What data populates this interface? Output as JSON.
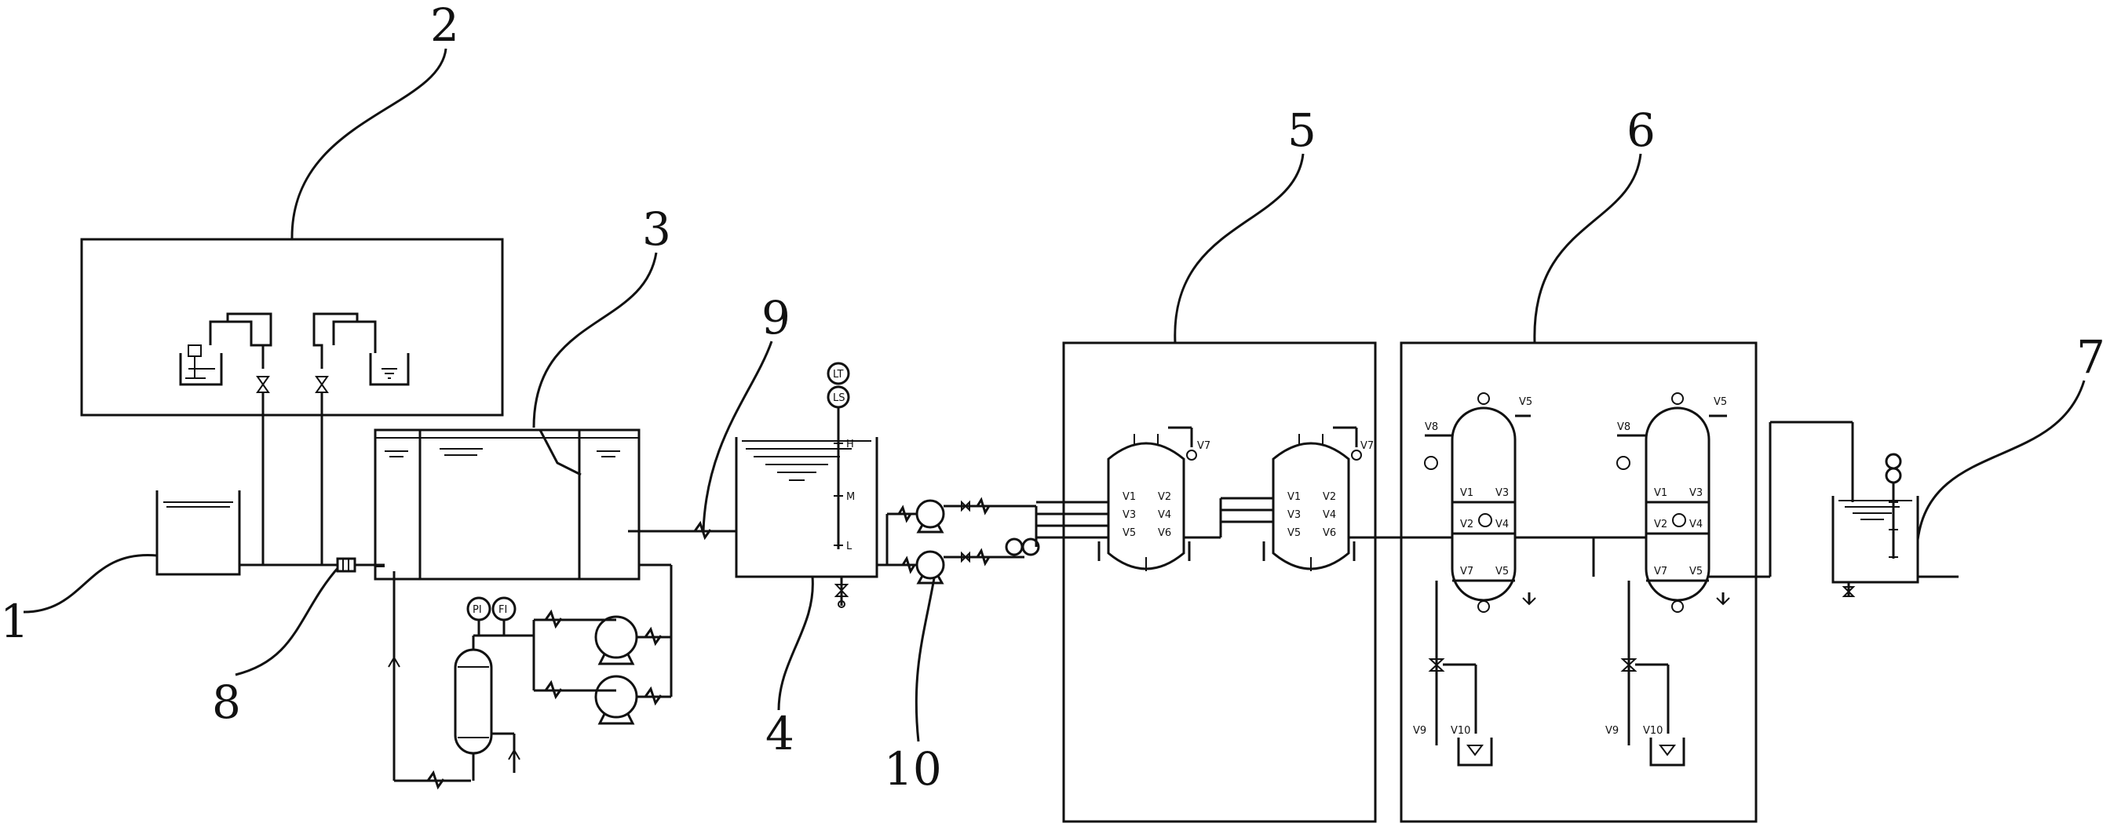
{
  "callouts": [
    "1",
    "2",
    "3",
    "4",
    "5",
    "6",
    "7",
    "8",
    "9",
    "10"
  ],
  "instrument_tags": {
    "pi": "PI",
    "fi": "FI",
    "lt": "LT",
    "ls": "LS",
    "h": "H",
    "m": "M",
    "l": "L"
  },
  "valve_tags": [
    "V1",
    "V2",
    "V3",
    "V4",
    "V5",
    "V6",
    "V7",
    "V8",
    "V9",
    "V10"
  ]
}
